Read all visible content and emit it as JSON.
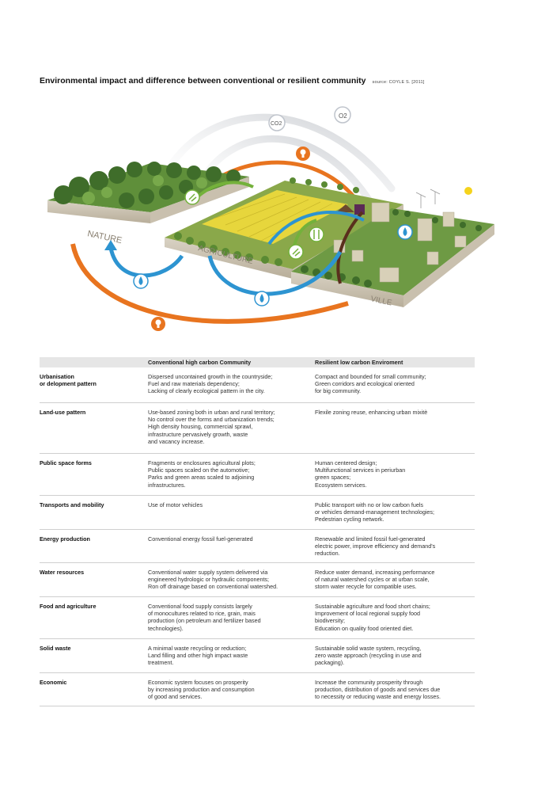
{
  "title": "Environmental impact and difference between conventional or resilient community",
  "source": "source: COYLE S. [2011]",
  "illustration": {
    "block_labels": {
      "nature": "NATURE",
      "agriculture": "AGRICULTURE",
      "ville": "VILLE"
    },
    "arc_labels": {
      "co2": "CO2",
      "o2": "O2"
    }
  },
  "table": {
    "headers": [
      "",
      "Conventional high carbon Community",
      "Resilient low carbon Enviroment"
    ],
    "rows": [
      {
        "label": "Urbanisation\nor delopment pattern",
        "conventional": "Dispersed uncontained growth in the countryside;\nFuel and raw materials dependency;\nLacking of clearly ecological pattern in the city.",
        "resilient": "Compact and bounded for small community;\nGreen corridors and ecological oriented\nfor big community."
      },
      {
        "label": "Land-use pattern",
        "conventional": "Use-based zoning both in urban and rural territory;\nNo control over the forms and urbanization trends;\nHigh density housing, commercial sprawl,\ninfrastructure pervasively growth, waste\nand vacancy increase.",
        "resilient": "Flexile zoning reuse, enhancing urban mixitè"
      },
      {
        "label": "Public space forms",
        "conventional": "Fragments or enclosures agricultural plots;\nPublic spaces scaled on the automotive;\nParks and green areas scaled to adjoining\ninfrastructures.",
        "resilient": "Human centered design;\nMultifunctional services in periurban\ngreen spaces;\nEcosystem services."
      },
      {
        "label": "Transports and mobility",
        "conventional": "Use of motor vehicles",
        "resilient": "Public transport with no or low carbon fuels\nor vehicles demand-management technologies;\nPedestrian cycling network."
      },
      {
        "label": "Energy production",
        "conventional": "Conventional energy fossil fuel-generated",
        "resilient": "Renewable and limited fossil fuel-generated\nelectric power, improve efficiency and demand's\nreduction."
      },
      {
        "label": "Water resources",
        "conventional": "Conventional water supply system delivered via\nengineered hydrologic or hydraulic components;\nRon off drainage based on conventional watershed.",
        "resilient": "Reduce water demand, increasing performance\nof natural watershed cycles or at urban scale,\nstorm water recycle for compatible uses."
      },
      {
        "label": "Food and agriculture",
        "conventional": "Conventional food supply consists largely\nof monocultures related to rice, grain, mais\nproduction (on petroleum and fertilizer based\ntechnologies).",
        "resilient": "Sustainable agriculture and food short chains;\nImprovement of local regional supply food\nbiodiversity;\nEducation on quality food oriented diet."
      },
      {
        "label": "Solid waste",
        "conventional": "A minimal waste recycling or reduction;\nLand filling and other high impact waste\ntreatment.",
        "resilient": "Sustainable solid waste system, recycling,\nzero waste approach (recycling in use and\npackaging)."
      },
      {
        "label": "Economic",
        "conventional": "Economic system focuses on prosperity\nby increasing production and consumption\nof good and services.",
        "resilient": "Increase the community prosperity through\nproduction, distribution of goods and services due\nto necessity or reducing waste and energy losses."
      }
    ]
  }
}
